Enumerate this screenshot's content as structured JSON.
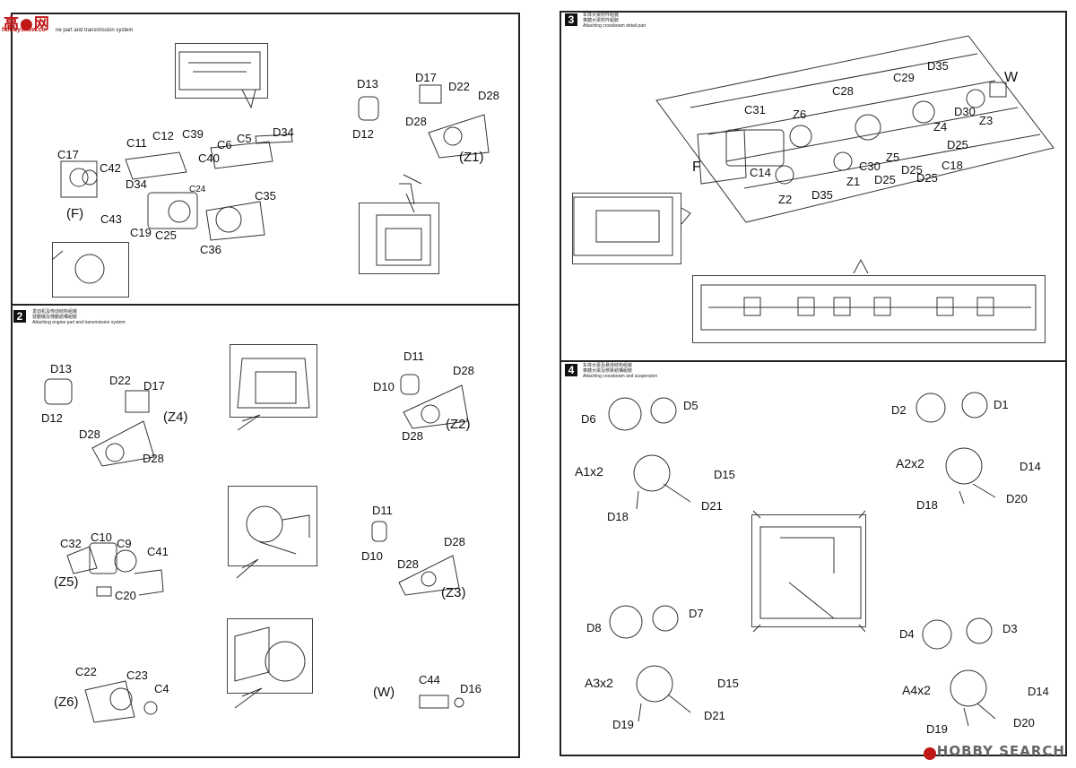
{
  "watermark_left": {
    "logo": "高●网",
    "url": "hobbyshow.cc"
  },
  "watermark_right": "HOBBY SEARCH",
  "left_page": {
    "step1": {
      "caption_cn": "",
      "caption_en": "ne part and transmission system",
      "labels": [
        "C17",
        "C42",
        "C12",
        "C39",
        "C11",
        "C6",
        "C5",
        "D34",
        "C40",
        "D34",
        "C24",
        "C35",
        "(F)",
        "C43",
        "C19",
        "C25",
        "C36",
        "D13",
        "D12",
        "D17",
        "D22",
        "D28",
        "D28",
        "(Z1)"
      ]
    },
    "step2": {
      "number": "2",
      "caption_cn1": "发动机及传动结构组装",
      "caption_cn2": "發動機及傳動結構組裝",
      "caption_en": "Attaching engine part and transmission system",
      "labels": [
        "D13",
        "D12",
        "D22",
        "D17",
        "(Z4)",
        "D28",
        "D28",
        "D11",
        "D28",
        "D10",
        "(Z2)",
        "D28",
        "C32",
        "C10",
        "C9",
        "C41",
        "(Z5)",
        "C20",
        "D11",
        "D10",
        "D28",
        "D28",
        "(Z3)",
        "C22",
        "C23",
        "C4",
        "(Z6)",
        "(W)",
        "C44",
        "D16"
      ]
    }
  },
  "right_page": {
    "step3": {
      "number": "3",
      "caption_cn1": "车体大梁附件组装",
      "caption_cn2": "車體大梁附件組裝",
      "caption_en": "Attaching crossbeam detail part",
      "labels": [
        "D35",
        "W",
        "C29",
        "C28",
        "C31",
        "Z6",
        "D30",
        "Z3",
        "Z4",
        "D25",
        "F",
        "C14",
        "C30",
        "Z5",
        "D25",
        "C18",
        "Z2",
        "D35",
        "Z1",
        "D25",
        "D25"
      ]
    },
    "step4": {
      "number": "4",
      "caption_cn1": "车体大梁及悬挂结构组装",
      "caption_cn2": "車體大梁及懸掛結構組裝",
      "caption_en": "Attaching crossbeam and suspension",
      "labels": [
        "D6",
        "D5",
        "D2",
        "D1",
        "A1x2",
        "D15",
        "A2x2",
        "D14",
        "D18",
        "D21",
        "D18",
        "D20",
        "D8",
        "D7",
        "D4",
        "D3",
        "A3x2",
        "D15",
        "A4x2",
        "D14",
        "D19",
        "D21",
        "D19",
        "D20"
      ]
    }
  }
}
